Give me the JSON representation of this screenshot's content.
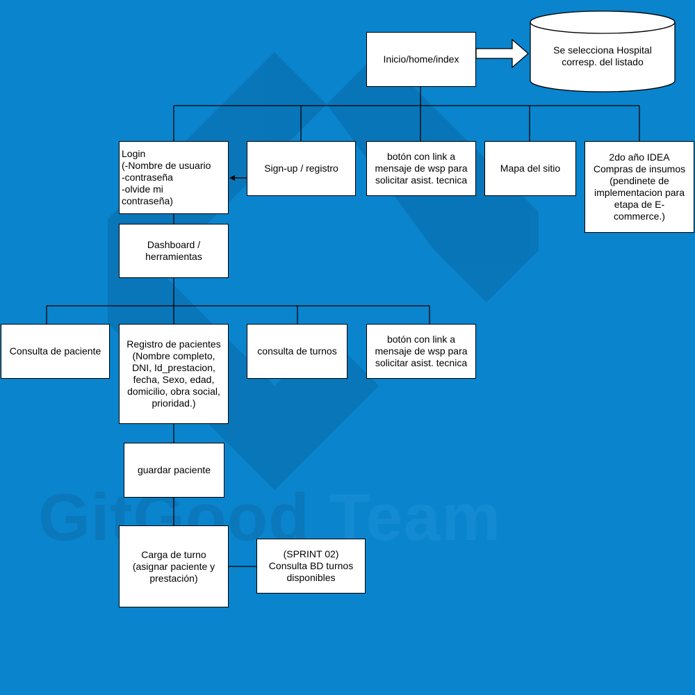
{
  "watermark": {
    "word1": "GitGood",
    "word2": "Team"
  },
  "nodes": {
    "inicio": "Inicio/home/index",
    "hospital": "Se selecciona Hospital\ncorresp. del listado",
    "login": "Login\n(-Nombre de usuario\n-contraseña\n-olvide mi\ncontraseña)",
    "signup": "Sign-up / registro",
    "wsp_top": "botón con link a\nmensaje de wsp para\nsolicitar asist. tecnica",
    "mapa": "Mapa del sitio",
    "idea": "2do año IDEA\nCompras de insumos\n(pendinete de\nimplementacion para\netapa de E-\ncommerce.)",
    "dashboard": "Dashboard /\nherramientas",
    "consulta_paciente": "Consulta de paciente",
    "registro": "Registro de pacientes\n(Nombre completo,\nDNI, Id_prestacion,\nfecha, Sexo, edad,\ndomicilio, obra social,\nprioridad.)",
    "consulta_turnos": "consulta de turnos",
    "wsp_bottom": "botón con link a\nmensaje de wsp para\nsolicitar asist. tecnica",
    "guardar": "guardar paciente",
    "carga_turno": "Carga de turno\n(asignar paciente y\nprestación)",
    "sprint": "(SPRINT 02)\nConsulta BD turnos\ndisponibles"
  },
  "colors": {
    "background": "#0a84cd",
    "box": "#ffffff",
    "line": "#000000"
  }
}
